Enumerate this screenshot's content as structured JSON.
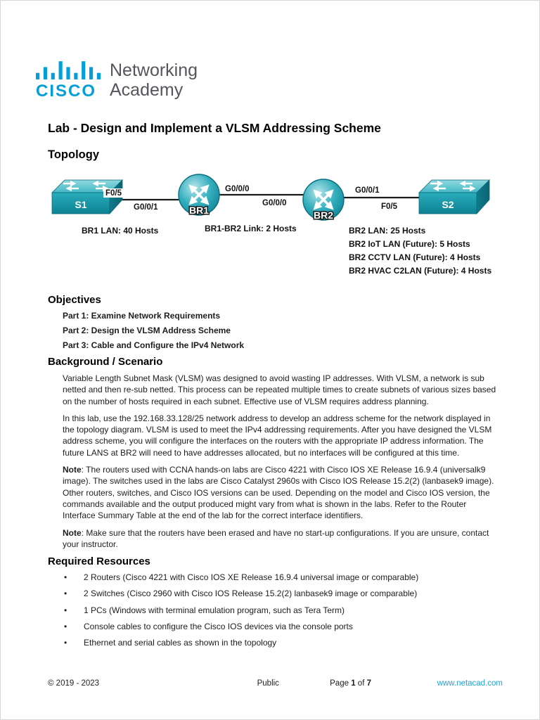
{
  "colors": {
    "brand_blue": "#049fd9",
    "device_teal": "#1fa7b5",
    "link_blue": "#2b9fd9"
  },
  "logo": {
    "brand": "CISCO",
    "line1": "Networking",
    "line2": "Academy"
  },
  "title": "Lab - Design and Implement a VLSM Addressing Scheme",
  "topology": {
    "heading": "Topology",
    "devices": [
      {
        "label": "S1",
        "type": "switch"
      },
      {
        "label": "BR1",
        "type": "router"
      },
      {
        "label": "BR2",
        "type": "router"
      },
      {
        "label": "S2",
        "type": "switch"
      }
    ],
    "ports": [
      "F0/5",
      "G0/0/1",
      "G0/0/0",
      "G0/0/0",
      "G0/0/1",
      "F0/5"
    ],
    "annotations": [
      "BR1 LAN: 40 Hosts",
      "BR1-BR2 Link: 2 Hosts",
      "BR2 LAN: 25 Hosts",
      "BR2 IoT LAN (Future): 5 Hosts",
      "BR2 CCTV LAN (Future): 4 Hosts",
      "BR2 HVAC C2LAN (Future): 4 Hosts"
    ]
  },
  "objectives": {
    "heading": "Objectives",
    "items": [
      "Part 1: Examine Network Requirements",
      "Part 2: Design the VLSM Address Scheme",
      "Part 3: Cable and Configure the IPv4 Network"
    ]
  },
  "background": {
    "heading": "Background / Scenario",
    "p1": "Variable Length Subnet Mask (VLSM) was designed to avoid wasting IP addresses. With VLSM, a network is sub netted and then re-sub netted. This process can be repeated multiple times to create subnets of various sizes based on the number of hosts required in each subnet. Effective use of VLSM requires address planning.",
    "p2": "In this lab, use the 192.168.33.128/25 network address to develop an address scheme for the network displayed in the topology diagram. VLSM is used to meet the IPv4 addressing requirements. After you have designed the VLSM address scheme, you will configure the interfaces on the routers with the appropriate IP address information. The future LANS at BR2 will need to have addresses allocated, but no interfaces will be configured at this time.",
    "note1_label": "Note",
    "note1_text": ": The routers used with CCNA hands-on labs are Cisco 4221 with Cisco IOS XE Release 16.9.4 (universalk9 image). The switches used in the labs are Cisco Catalyst 2960s with Cisco IOS Release 15.2(2) (lanbasek9 image). Other routers, switches, and Cisco IOS versions can be used. Depending on the model and Cisco IOS version, the commands available and the output produced might vary from what is shown in the labs. Refer to the Router Interface Summary Table at the end of the lab for the correct interface identifiers.",
    "note2_label": "Note",
    "note2_text": ": Make sure that the routers have been erased and have no start-up configurations. If you are unsure, contact your instructor."
  },
  "resources": {
    "heading": "Required Resources",
    "items": [
      "2 Routers (Cisco 4221 with Cisco IOS XE Release 16.9.4 universal image or comparable)",
      "2 Switches (Cisco 2960 with Cisco IOS Release 15.2(2) lanbasek9 image or comparable)",
      "1 PCs (Windows with terminal emulation program, such as Tera Term)",
      "Console cables to configure the Cisco IOS devices via the console ports",
      "Ethernet and serial cables as shown in the topology"
    ]
  },
  "footer": {
    "copyright": "© 2019 - 2023",
    "classification": "Public",
    "page_label": "Page",
    "page_number": "1",
    "of_label": "of",
    "page_total": "7",
    "link": "www.netacad.com"
  }
}
